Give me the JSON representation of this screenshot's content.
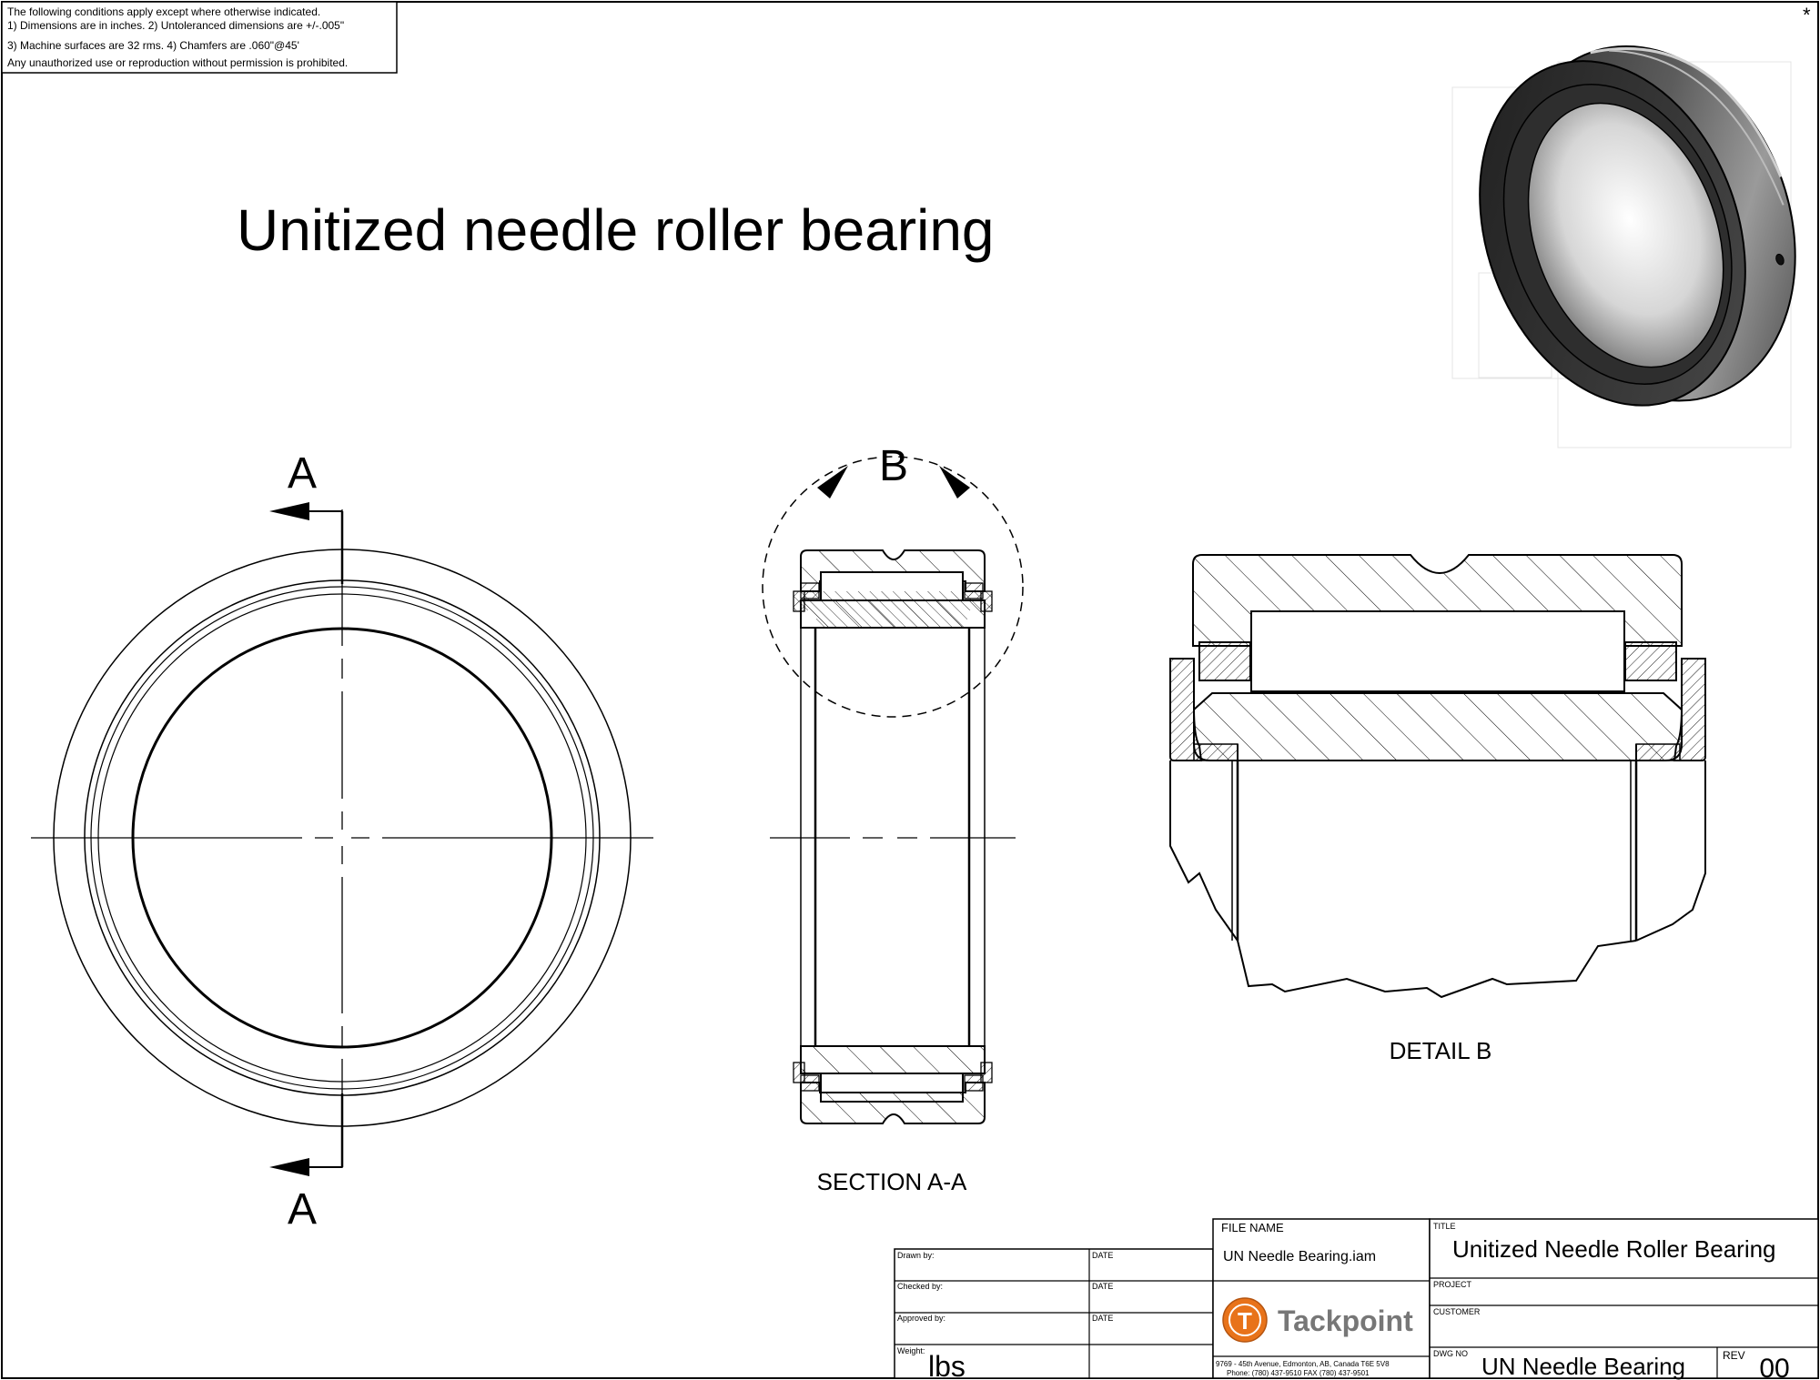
{
  "notes": {
    "line1": "The following conditions apply except where otherwise indicated.",
    "line2": "1) Dimensions are in inches.  2) Untoleranced dimensions are +/-.005\"",
    "line3": "3) Machine surfaces are 32 rms.  4) Chamfers are .060\"@45'",
    "line4": "Any unauthorized use or reproduction without permission is prohibited."
  },
  "corner_mark": "*",
  "drawing_title": "Unitized needle roller bearing",
  "section_letter_top": "A",
  "section_letter_bottom": "A",
  "detail_letter": "B",
  "section_label": "SECTION A-A",
  "detail_label": "DETAIL  B",
  "title_block": {
    "drawn_by_label": "Drawn by:",
    "checked_by_label": "Checked by:",
    "approved_by_label": "Approved by:",
    "weight_label": "Weight:",
    "weight_unit": "lbs",
    "date_label": "DATE",
    "file_name_label": "FILE NAME",
    "file_name": "UN Needle Bearing.iam",
    "title_label": "TITLE",
    "title": "Unitized Needle Roller Bearing",
    "project_label": "PROJECT",
    "customer_label": "CUSTOMER",
    "dwg_no_label": "DWG NO",
    "dwg_no": "UN Needle Bearing",
    "rev_label": "REV",
    "rev": "00",
    "company": "Tackpoint",
    "logo_letter": "T",
    "address": "9769 - 45th Avenue, Edmonton, AB, Canada T6E 5V8",
    "phone": "Phone: (780) 437-9510       FAX (780) 437-9501"
  }
}
